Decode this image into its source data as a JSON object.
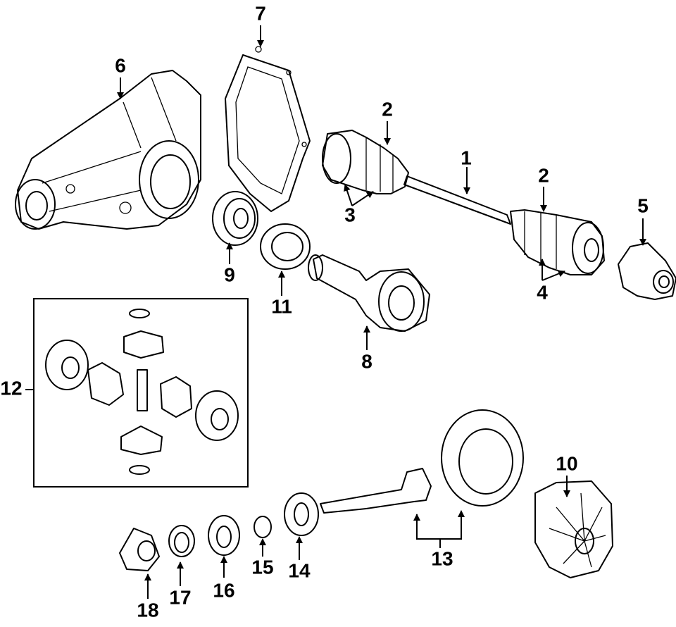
{
  "callouts": {
    "c1": "1",
    "c2a": "2",
    "c2b": "2",
    "c3": "3",
    "c4": "4",
    "c5": "5",
    "c6": "6",
    "c7": "7",
    "c8": "8",
    "c9": "9",
    "c10": "10",
    "c11": "11",
    "c12": "12",
    "c13": "13",
    "c14": "14",
    "c15": "15",
    "c16": "16",
    "c17": "17",
    "c18": "18"
  }
}
